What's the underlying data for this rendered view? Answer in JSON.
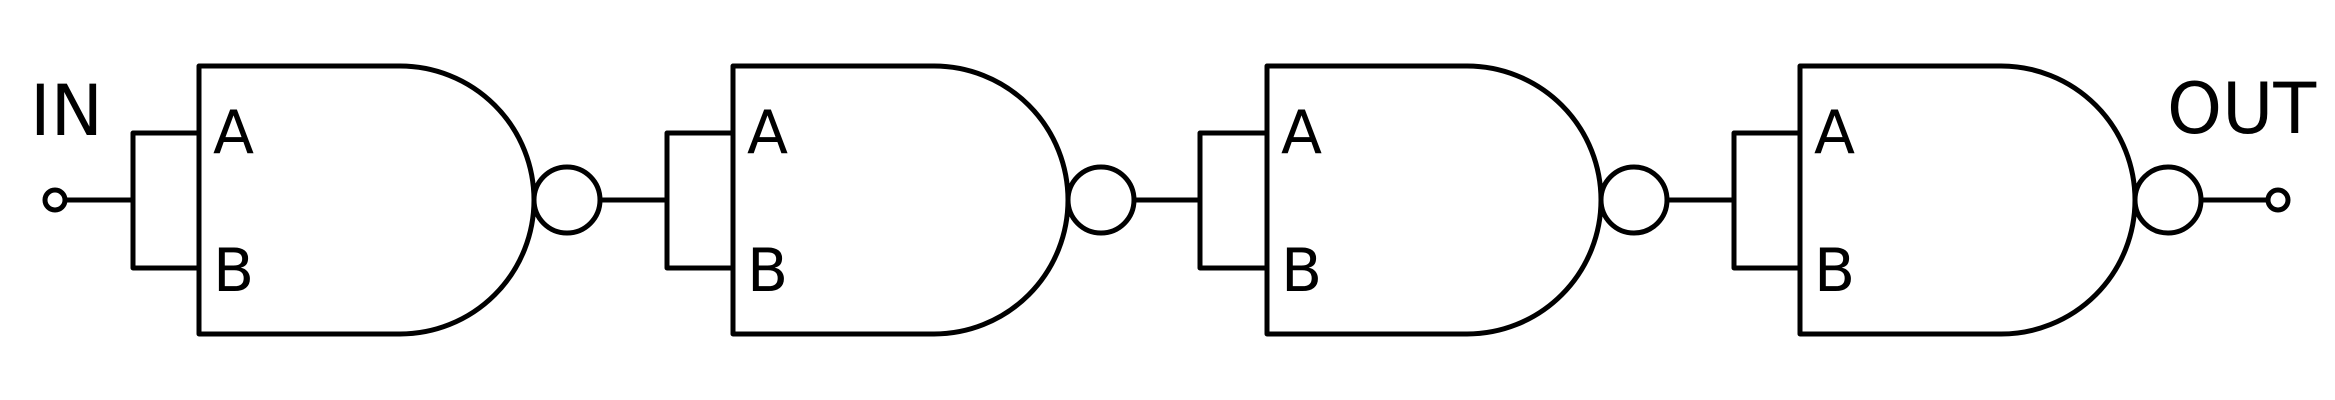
{
  "input_label": "IN",
  "output_label": "OUT",
  "gates": [
    {
      "type": "NAND",
      "input_a": "A",
      "input_b": "B"
    },
    {
      "type": "NAND",
      "input_a": "A",
      "input_b": "B"
    },
    {
      "type": "NAND",
      "input_a": "A",
      "input_b": "B"
    },
    {
      "type": "NAND",
      "input_a": "A",
      "input_b": "B"
    }
  ]
}
